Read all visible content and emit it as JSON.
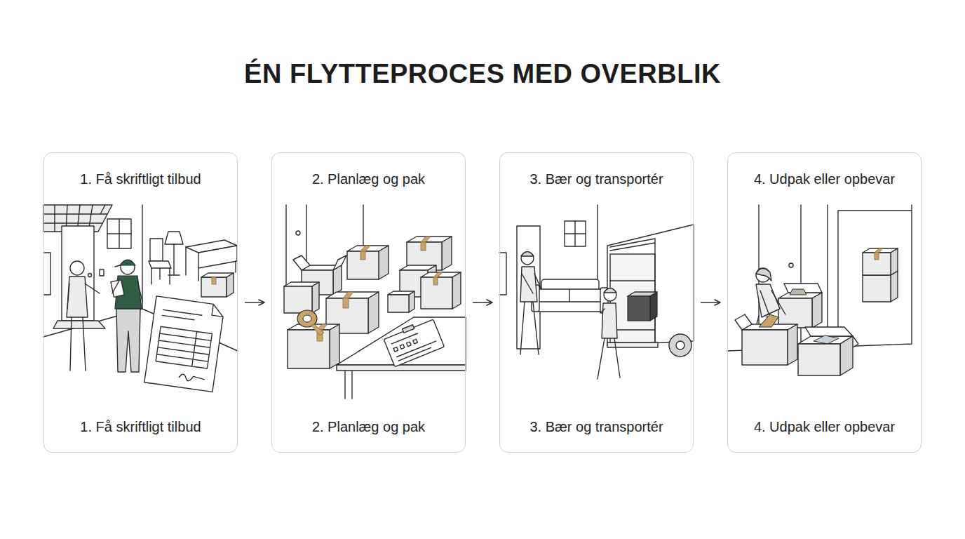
{
  "diagram": {
    "title": "ÉN FLYTTEPROCES MED OVERBLIK",
    "nodes": [
      {
        "text": [
          "1. Få skriftligt tilbud",
          "1. Få skriftligt tilbud"
        ]
      },
      {
        "text": [
          "2. Planlæg og pak",
          "2. Planlæg og pak"
        ]
      },
      {
        "text": [
          "3. Bær og transportér",
          "3. Bær og transportér"
        ]
      },
      {
        "text": [
          "4. Udpak eller opbevar",
          "4. Udpak eller opbevar"
        ]
      }
    ],
    "edges": [
      {
        "from": 0,
        "to": 1,
        "arrow": "to"
      },
      {
        "from": 1,
        "to": 2,
        "arrow": "to"
      },
      {
        "from": 2,
        "to": 3,
        "arrow": "to"
      }
    ]
  }
}
